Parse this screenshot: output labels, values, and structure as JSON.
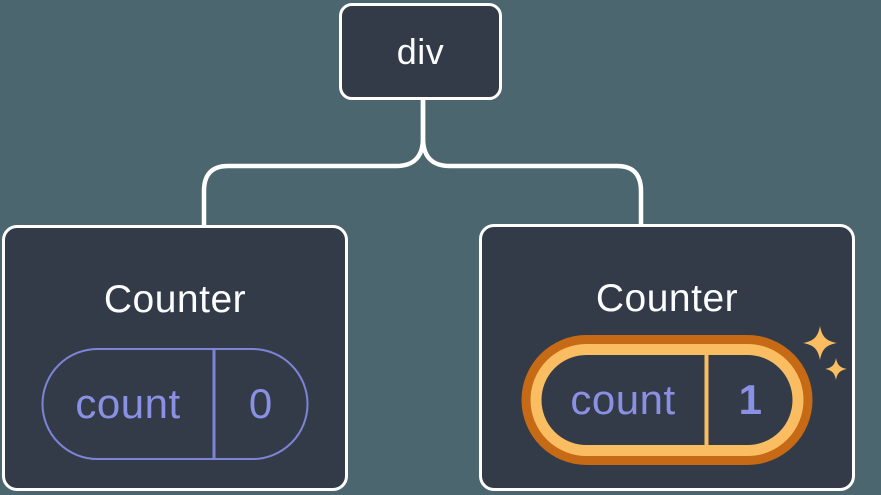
{
  "tree": {
    "root": {
      "label": "div"
    },
    "children": [
      {
        "title": "Counter",
        "state": {
          "key": "count",
          "value": "0"
        },
        "highlighted": false
      },
      {
        "title": "Counter",
        "state": {
          "key": "count",
          "value": "1"
        },
        "highlighted": true
      }
    ]
  },
  "colors": {
    "canvas_background": "#4B666F",
    "node_background": "#343B48",
    "node_border": "#FFFFFF",
    "connector_line": "#FFFFFF",
    "state_text_purple": "#8A91E4",
    "state_pill_outline_purple": "#7C84D6",
    "highlight_orange_dark": "#C76A15",
    "highlight_orange_light": "#FABD62",
    "title_text": "#FCFDFE"
  },
  "icons": [
    {
      "name": "sparkle-icon-large"
    },
    {
      "name": "sparkle-icon-small"
    }
  ]
}
